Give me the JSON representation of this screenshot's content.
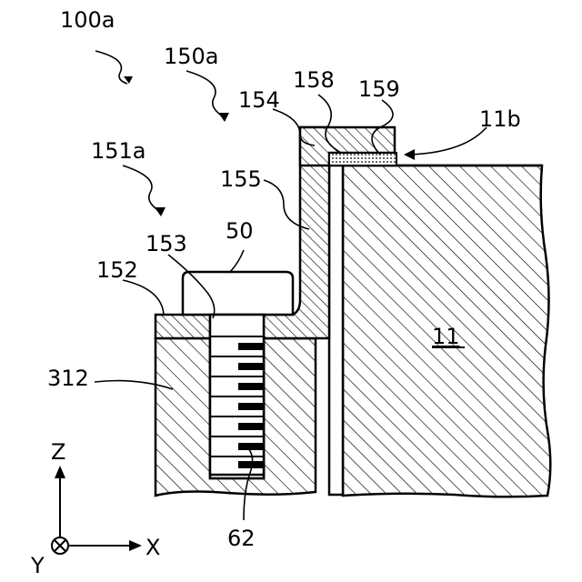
{
  "labels": {
    "assembly": "100a",
    "bracket": "150a",
    "arm_top": "154",
    "layer_a": "158",
    "layer_b": "159",
    "surface": "11b",
    "foot": "151a",
    "arm_vertical": "155",
    "screw_head": "50",
    "hole": "153",
    "plate": "152",
    "base": "312",
    "component": "11",
    "screw_thread": "62"
  },
  "axes": {
    "z": "Z",
    "x": "X",
    "y": "Y"
  }
}
